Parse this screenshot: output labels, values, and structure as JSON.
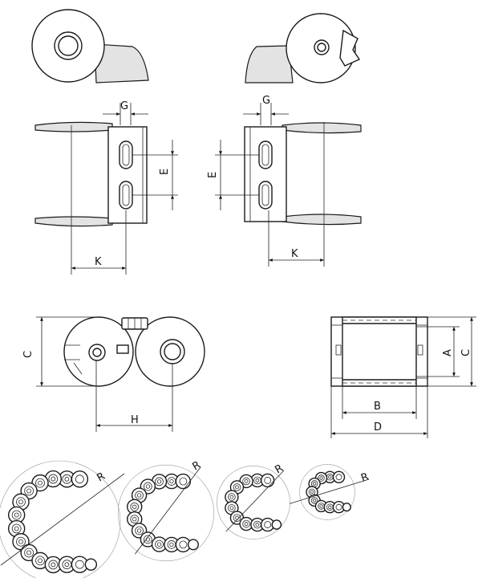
{
  "labels": {
    "G": "G",
    "E": "E",
    "K": "K",
    "C": "C",
    "H": "H",
    "A": "A",
    "B": "B",
    "D": "D",
    "R": "R"
  }
}
